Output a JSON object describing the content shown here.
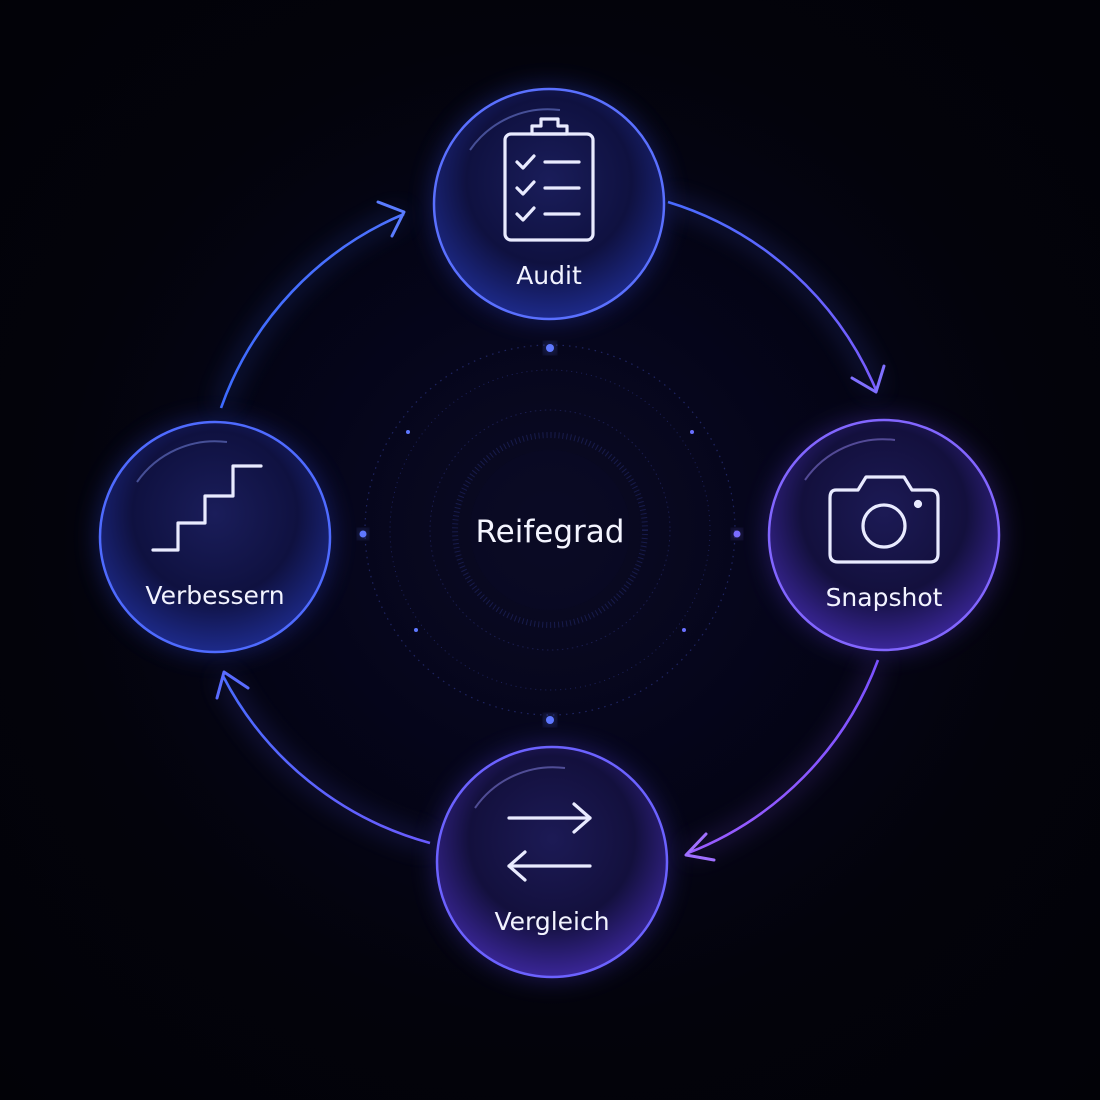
{
  "center": {
    "label": "Reifegrad"
  },
  "nodes": [
    {
      "id": "audit",
      "label": "Audit",
      "icon": "clipboard-checklist-icon"
    },
    {
      "id": "snapshot",
      "label": "Snapshot",
      "icon": "camera-icon"
    },
    {
      "id": "vergleich",
      "label": "Vergleich",
      "icon": "swap-arrows-icon"
    },
    {
      "id": "verbessern",
      "label": "Verbessern",
      "icon": "stairs-icon"
    }
  ],
  "cycle_order": [
    "audit",
    "snapshot",
    "vergleich",
    "verbessern"
  ],
  "colors": {
    "background": "#03030b",
    "ring_blue": "#4f6bff",
    "ring_violet": "#8a5cff",
    "node_fill": "#10123a",
    "icon_stroke": "#e9ebff",
    "label_text": "#f2f3ff"
  }
}
